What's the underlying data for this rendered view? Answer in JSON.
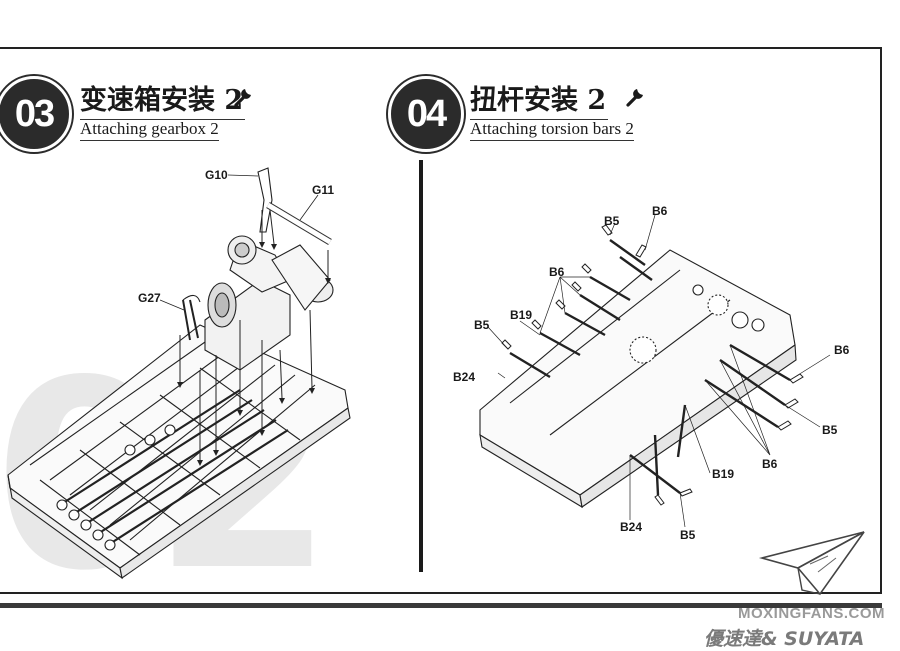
{
  "background_digit": "02",
  "steps": [
    {
      "number": "03",
      "title_cn": "变速箱安装 2",
      "title_en": "Attaching gearbox 2",
      "icon": "wrench-icon",
      "callouts": [
        "G10",
        "G11",
        "G27"
      ]
    },
    {
      "number": "04",
      "title_cn": "扭杆安装 2",
      "title_en": "Attaching torsion bars 2",
      "icon": "wrench-icon",
      "callouts": [
        "B5",
        "B6",
        "B6",
        "B19",
        "B5",
        "B24",
        "B6",
        "B5",
        "B6",
        "B19",
        "B24",
        "B5"
      ]
    }
  ],
  "watermark": {
    "site": "MOXINGFANS.COM",
    "brand": "優速達& SUYATA"
  },
  "colors": {
    "ink": "#1a1a1a",
    "badge": "#2b2b2b",
    "ghost_digit": "#e8e8e8",
    "watermark": "#9a9a9a"
  }
}
